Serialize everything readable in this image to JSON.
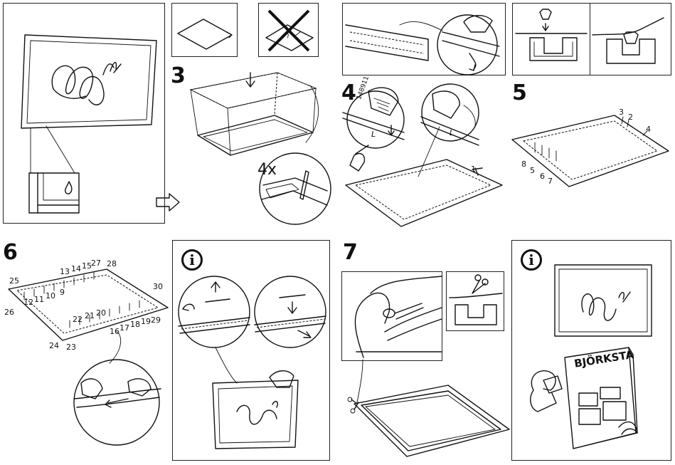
{
  "steps": {
    "s3": "3",
    "s4": "4",
    "s5": "5",
    "s6": "6",
    "s7": "7"
  },
  "quantity_label": "4x",
  "part_number": "148911",
  "length_mark": "L",
  "step4_numbers": [
    "1"
  ],
  "step5_numbers": [
    "2",
    "3",
    "4",
    "5",
    "6",
    "7",
    "8"
  ],
  "step6_numbers": [
    "9",
    "10",
    "11",
    "12",
    "13",
    "14",
    "15",
    "16",
    "17",
    "18",
    "19",
    "20",
    "21",
    "22",
    "23",
    "24",
    "25",
    "26",
    "27",
    "28",
    "29",
    "30"
  ],
  "info_symbol": "i",
  "booklet_title": "BJÖRKSTA",
  "colors": {
    "ink": "#111111",
    "paper": "#ffffff"
  }
}
